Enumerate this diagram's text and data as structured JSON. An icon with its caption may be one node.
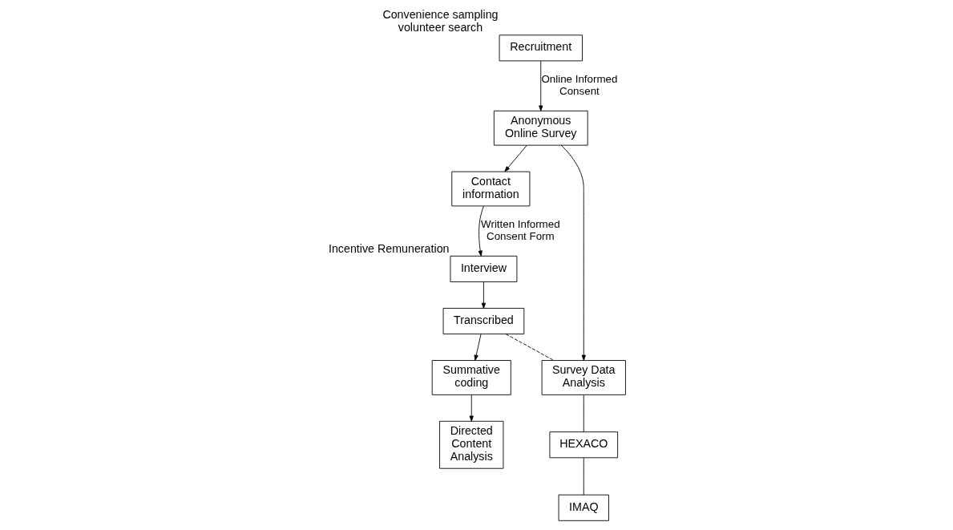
{
  "diagram": {
    "nodes": [
      {
        "text": [
          "Recruitment"
        ],
        "beside": [
          "Convenience sampling volunteer search"
        ]
      },
      {
        "text": [
          "Anonymous Online Survey"
        ]
      },
      {
        "text": [
          "Contact information"
        ]
      },
      {
        "text": [
          "Interview"
        ],
        "beside": [
          "Incentive Remuneration"
        ]
      },
      {
        "text": [
          "Transcribed"
        ]
      },
      {
        "text": [
          "Survey Data Analysis"
        ]
      },
      {
        "text": [
          "Summative coding"
        ]
      },
      {
        "text": [
          "HEXACO"
        ]
      },
      {
        "text": [
          "Directed Content Analysis"
        ]
      },
      {
        "text": [
          "IMAQ"
        ]
      }
    ],
    "edges": [
      {
        "from": 0,
        "to": 1,
        "arrow": "to",
        "label": "Online Informed Consent"
      },
      {
        "from": 1,
        "to": 2,
        "arrow": "to"
      },
      {
        "from": 2,
        "to": 3,
        "arrow": "to",
        "label": "Written Informed Consent Form"
      },
      {
        "from": 3,
        "to": 4,
        "arrow": "to"
      },
      {
        "from": 1,
        "to": 5,
        "arrow": "to"
      },
      {
        "from": 4,
        "to": 5,
        "arrow": "none",
        "style": "dashed"
      },
      {
        "from": 4,
        "to": 6,
        "arrow": "to"
      },
      {
        "from": 5,
        "to": 7,
        "arrow": "none"
      },
      {
        "from": 6,
        "to": 8,
        "arrow": "to"
      },
      {
        "from": 7,
        "to": 9,
        "arrow": "none"
      }
    ]
  }
}
